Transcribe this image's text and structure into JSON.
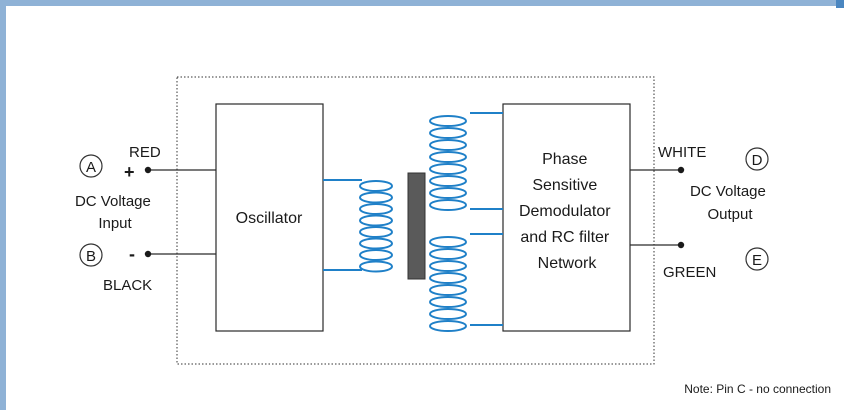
{
  "frame": {
    "border_color": "#8fb2d6"
  },
  "blocks": {
    "oscillator": "Oscillator",
    "demodulator": [
      "Phase",
      "Sensitive",
      "Demodulator",
      "and RC filter",
      "Network"
    ]
  },
  "inputs": {
    "pin_a": {
      "letter": "A",
      "color": "RED",
      "sign": "+"
    },
    "pin_b": {
      "letter": "B",
      "color": "BLACK",
      "sign": "-"
    },
    "label": [
      "DC Voltage",
      "Input"
    ]
  },
  "outputs": {
    "pin_d": {
      "letter": "D",
      "color": "WHITE"
    },
    "pin_e": {
      "letter": "E",
      "color": "GREEN"
    },
    "label": [
      "DC Voltage",
      "Output"
    ]
  },
  "note": "Note: Pin C - no connection",
  "colors": {
    "coil": "#1f80c8",
    "core": "#5a5a5a",
    "line": "#2a2a2a"
  }
}
